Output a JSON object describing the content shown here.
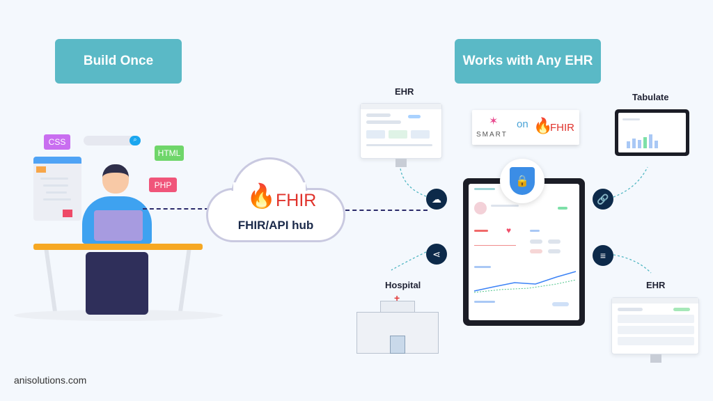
{
  "left": {
    "title": "Build Once",
    "tags": {
      "css": "CSS",
      "html": "HTML",
      "php": "PHP"
    }
  },
  "right": {
    "title": "Works with Any EHR"
  },
  "hub": {
    "fhir_logo": "FHIR",
    "label": "FHIR/API hub"
  },
  "badge": {
    "smart": "SMART",
    "on": "on",
    "fhir": "FHIR"
  },
  "nodes": {
    "ehr_top": "EHR",
    "tabulate": "Tabulate",
    "hospital": "Hospital",
    "ehr_bottom": "EHR"
  },
  "icons": [
    "upload-icon",
    "share-icon",
    "link-icon",
    "database-icon",
    "shield-lock-icon",
    "search-icon"
  ],
  "colors": {
    "accent": "#5ab9c6",
    "navy": "#0d2a4a",
    "fhir_red": "#e0322b"
  },
  "footer": "anisolutions.com"
}
